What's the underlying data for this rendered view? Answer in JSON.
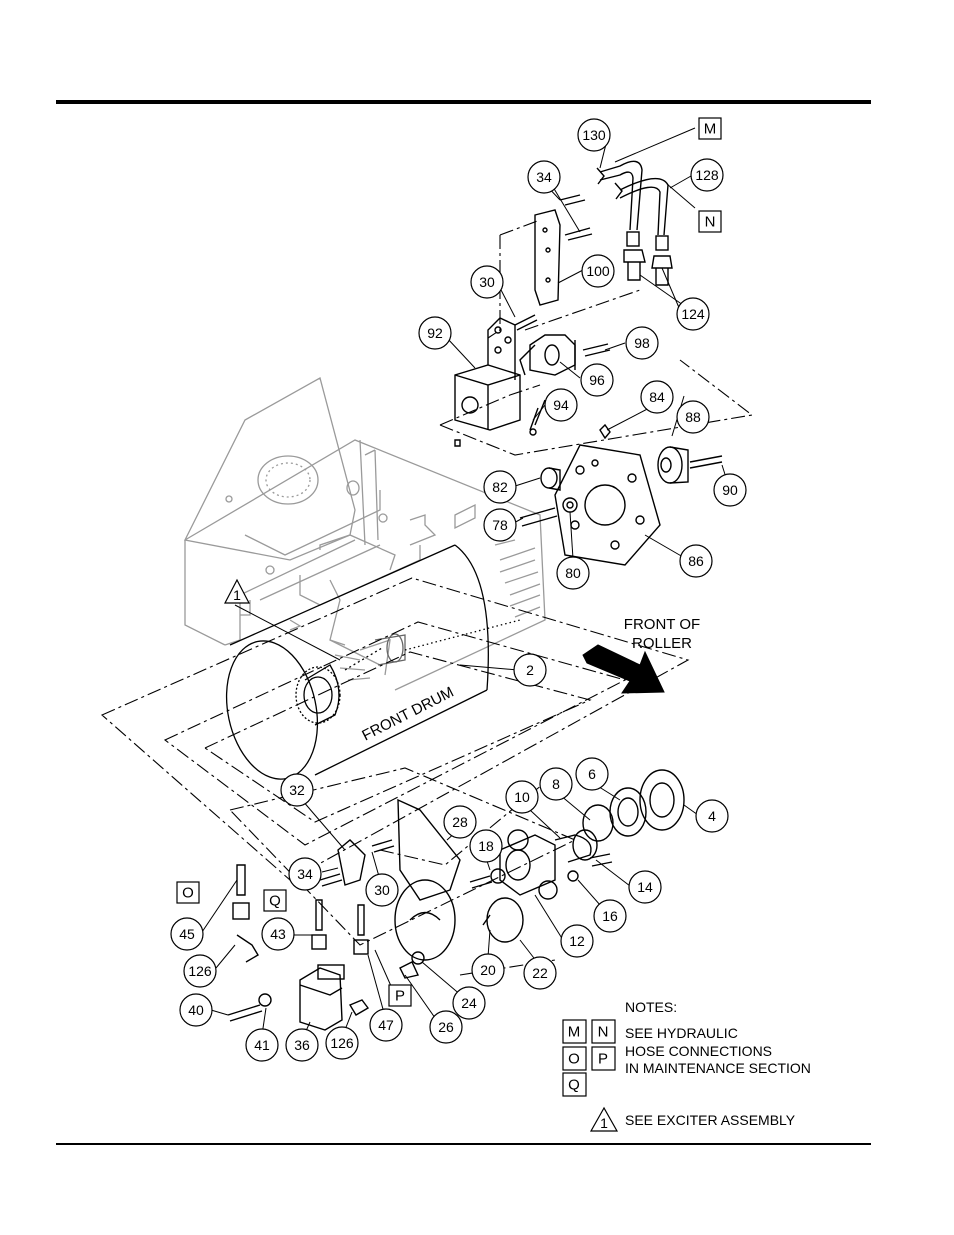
{
  "callouts": [
    "130",
    "34",
    "100",
    "30",
    "92",
    "98",
    "96",
    "94",
    "124",
    "128",
    "84",
    "88",
    "82",
    "90",
    "78",
    "80",
    "86",
    "2",
    "1",
    "32",
    "34",
    "30",
    "28",
    "18",
    "10",
    "8",
    "6",
    "4",
    "14",
    "16",
    "12",
    "20",
    "22",
    "24",
    "26",
    "45",
    "43",
    "126",
    "40",
    "41",
    "36",
    "126",
    "47"
  ],
  "letters": [
    "M",
    "N",
    "O",
    "Q",
    "P"
  ],
  "labels": {
    "front_drum": "FRONT DRUM",
    "front_of_roller_line1": "FRONT OF",
    "front_of_roller_line2": "ROLLER"
  },
  "notes": {
    "title": "NOTES:",
    "legend_letters": [
      "M",
      "N",
      "O",
      "P",
      "Q"
    ],
    "line1": "SEE HYDRAULIC",
    "line2": "HOSE CONNECTIONS",
    "line3": "IN MAINTENANCE SECTION",
    "triangle_number": "1",
    "triangle_text": "SEE EXCITER ASSEMBLY"
  }
}
